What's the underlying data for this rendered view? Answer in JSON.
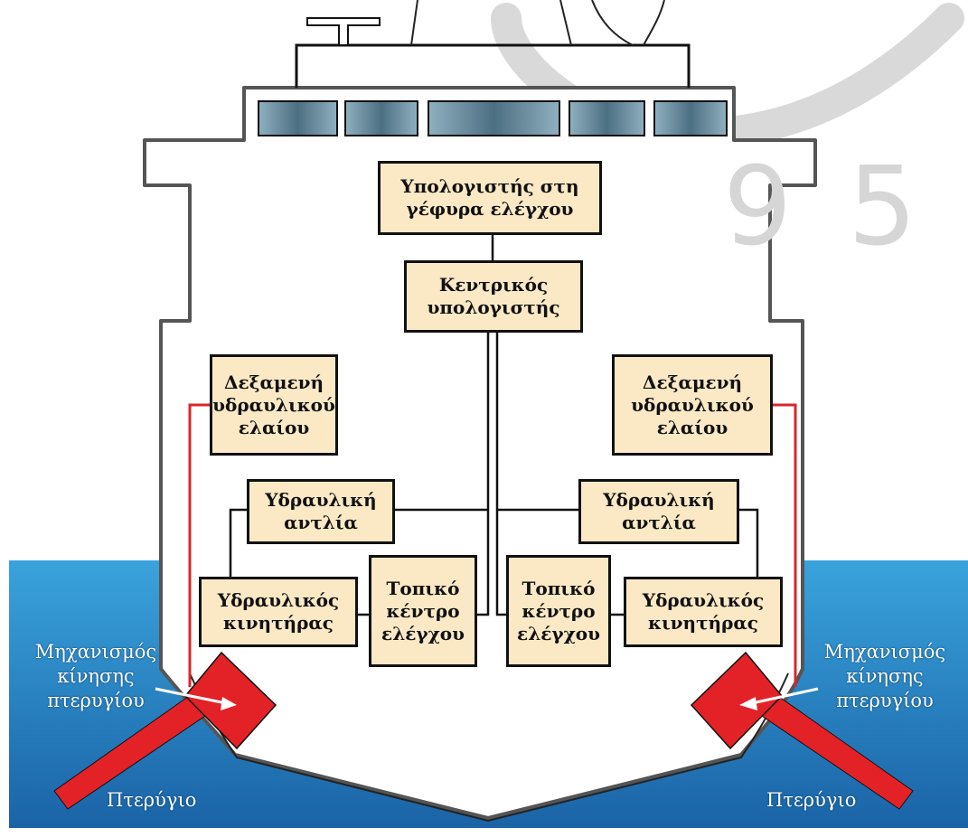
{
  "watermark": {
    "digit_9": "9",
    "digit_5": "5"
  },
  "boxes": {
    "bridge_computer": "Υπολογιστής στη\nγέφυρα ελέγχου",
    "central_computer": "Κεντρικός\nυπολογιστής",
    "oil_tank_left": "Δεξαμενή\nυδραυλικού\nελαίου",
    "oil_tank_right": "Δεξαμενή\nυδραυλικού\nελαίου",
    "pump_left": "Υδραυλική\nαντλία",
    "pump_right": "Υδραυλική\nαντλία",
    "motor_left": "Υδραυλικός\nκινητήρας",
    "motor_right": "Υδραυλικός\nκινητήρας",
    "control_left": "Τοπικό\nκέντρο\nελέγχου",
    "control_right": "Τοπικό\nκέντρο\nελέγχου"
  },
  "labels": {
    "mechanism_left": "Μηχανισμός\nκίνησης\nπτερυγίου",
    "mechanism_right": "Μηχανισμός\nκίνησης\nπτερυγίου",
    "fin_left": "Πτερύγιο",
    "fin_right": "Πτερύγιο"
  },
  "colors": {
    "sea_top": "#3aa3dc",
    "sea_bottom": "#1a63a6",
    "box_fill": "#fbe9c6",
    "fin_red": "#e32227",
    "hydraulic_line": "#d8262b",
    "window_fill": "#5f8597"
  }
}
